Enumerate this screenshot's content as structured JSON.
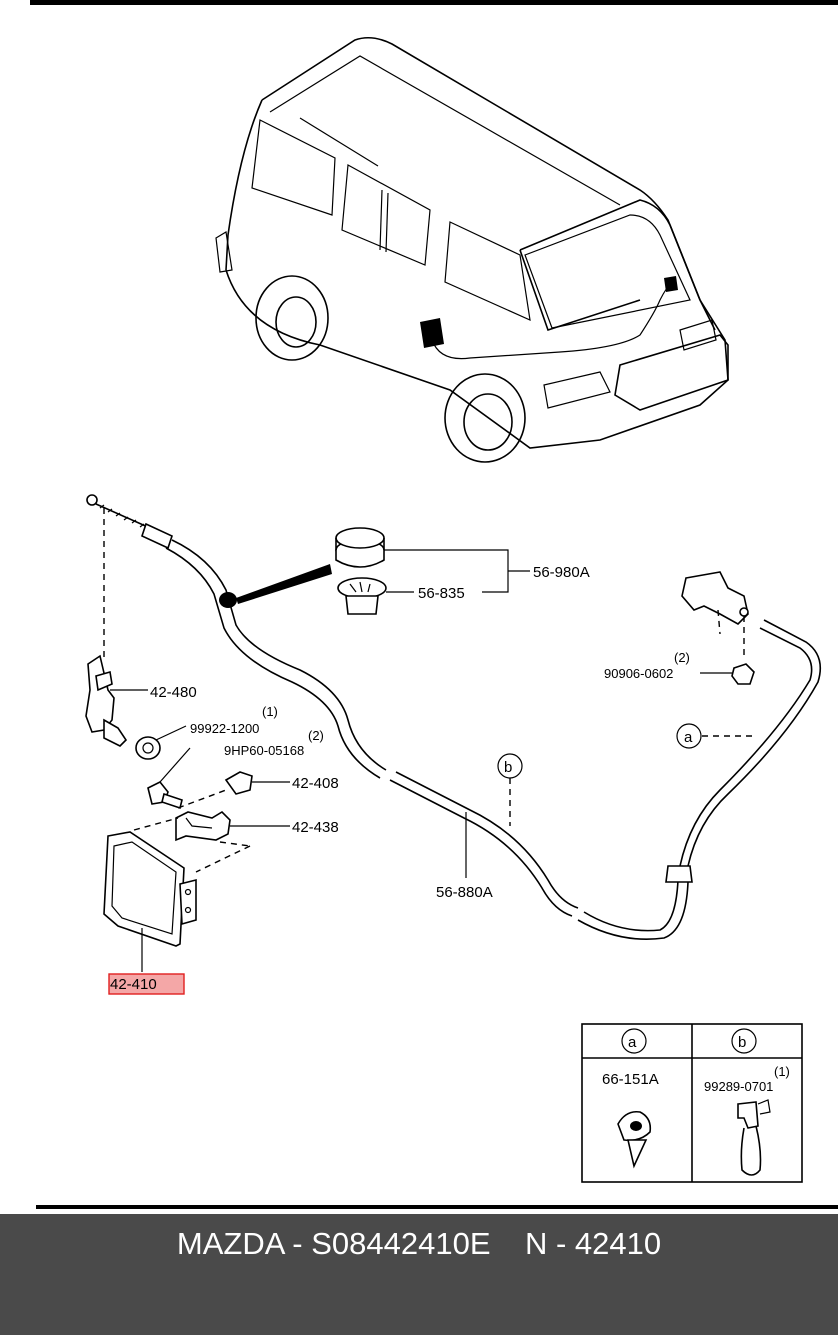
{
  "parts": {
    "p_42_480": "42-480",
    "p_99922_1200": "99922-1200",
    "p_99922_qty": "(1)",
    "p_9hp60": "9HP60-05168",
    "p_9hp60_qty": "(2)",
    "p_42_408": "42-408",
    "p_42_438": "42-438",
    "p_42_410": "42-410",
    "p_56_980a": "56-980A",
    "p_56_835": "56-835",
    "p_90906": "90906-0602",
    "p_90906_qty": "(2)",
    "p_56_880a": "56-880A",
    "callout_a": "a",
    "callout_b": "b"
  },
  "legend": {
    "col_a_letter": "a",
    "col_b_letter": "b",
    "col_a_part": "66-151A",
    "col_b_part": "99289-0701",
    "col_b_qty": "(1)"
  },
  "highlight_color": "#f4a7a7",
  "footer": {
    "text": "MAZDA - S08442410E    N - 42410",
    "background": "#4a4a4a"
  }
}
